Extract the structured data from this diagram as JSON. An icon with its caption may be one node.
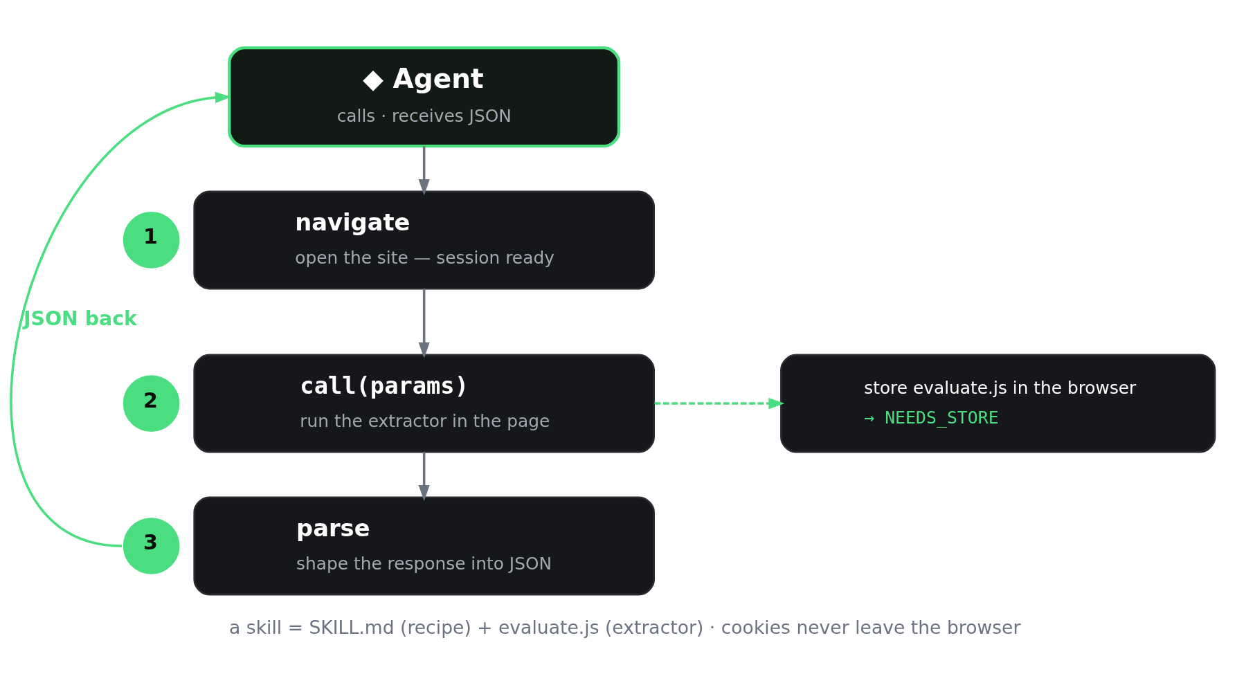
{
  "diagram": {
    "caption": "a skill = SKILL.md (recipe) + evaluate.js (extractor) · cookies never leave the browser",
    "nodes": [
      {
        "text": [
          "◆ Agent",
          "calls · receives JSON"
        ]
      },
      {
        "text": [
          "1"
        ]
      },
      {
        "text": [
          "navigate",
          "open the site — session ready"
        ]
      },
      {
        "text": [
          "2"
        ]
      },
      {
        "text": [
          "call(params)",
          "run the extractor in the page"
        ]
      },
      {
        "text": [
          "store evaluate.js in the browser",
          "→ NEEDS_STORE"
        ]
      },
      {
        "text": [
          "3"
        ]
      },
      {
        "text": [
          "parse",
          "shape the response into JSON"
        ]
      }
    ],
    "edges": [
      {
        "from": 0,
        "to": 2,
        "arrow": "to"
      },
      {
        "from": 2,
        "to": 4,
        "arrow": "to"
      },
      {
        "from": 4,
        "to": 5,
        "arrow": "to",
        "style": "dashed",
        "color": "#4ade80"
      },
      {
        "from": 4,
        "to": 7,
        "arrow": "to"
      },
      {
        "from": 6,
        "to": 0,
        "arrow": "to",
        "label": "JSON back",
        "color": "#4ade80"
      }
    ]
  }
}
